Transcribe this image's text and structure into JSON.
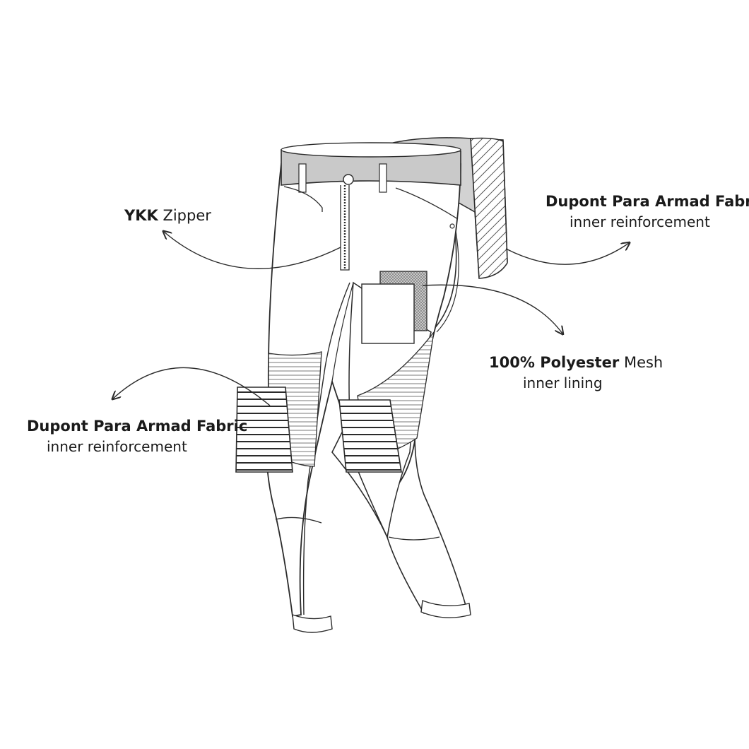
{
  "colors": {
    "stroke": "#2b2b2b",
    "fill": "#ffffff",
    "waistband": "#c9c9c9",
    "mesh": "#b5b5b5",
    "text": "#1a1a1a"
  },
  "callouts": {
    "zipper": {
      "bold": "YKK",
      "rest": " Zipper"
    },
    "hip_fabric": {
      "bold": "Dupont Para Armad Fabric",
      "rest": "",
      "sub": "inner reinforcement"
    },
    "mesh": {
      "bold": "100% Polyester",
      "rest": " Mesh",
      "sub": "inner lining"
    },
    "knee_fabric": {
      "bold": "Dupont Para Armad Fabric",
      "rest": "",
      "sub": "inner reinforcement"
    }
  }
}
